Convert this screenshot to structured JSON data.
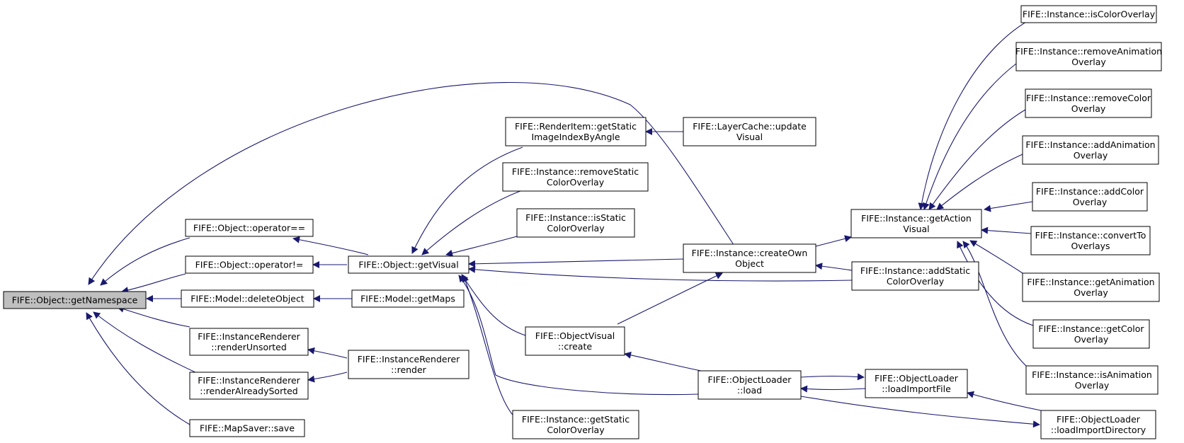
{
  "nodes": {
    "getNamespace": [
      "FIFE::Object::getNamespace"
    ],
    "opEq": [
      "FIFE::Object::operator=="
    ],
    "opNeq": [
      "FIFE::Object::operator!="
    ],
    "deleteObject": [
      "FIFE::Model::deleteObject"
    ],
    "renderUnsorted": [
      "FIFE::InstanceRenderer",
      "::renderUnsorted"
    ],
    "renderAlready": [
      "FIFE::InstanceRenderer",
      "::renderAlreadySorted"
    ],
    "mapSave": [
      "FIFE::MapSaver::save"
    ],
    "getVisual": [
      "FIFE::Object::getVisual"
    ],
    "getMaps": [
      "FIFE::Model::getMaps"
    ],
    "render": [
      "FIFE::InstanceRenderer",
      "::render"
    ],
    "staticIdx": [
      "FIFE::RenderItem::getStatic",
      "ImageIndexByAngle"
    ],
    "removeStatic": [
      "FIFE::Instance::removeStatic",
      "ColorOverlay"
    ],
    "isStatic": [
      "FIFE::Instance::isStatic",
      "ColorOverlay"
    ],
    "ovCreate": [
      "FIFE::ObjectVisual",
      "::create"
    ],
    "getStatic": [
      "FIFE::Instance::getStatic",
      "ColorOverlay"
    ],
    "layerCache": [
      "FIFE::LayerCache::update",
      "Visual"
    ],
    "createOwn": [
      "FIFE::Instance::createOwn",
      "Object"
    ],
    "olLoad": [
      "FIFE::ObjectLoader",
      "::load"
    ],
    "getAction": [
      "FIFE::Instance::getAction",
      "Visual"
    ],
    "addStatic": [
      "FIFE::Instance::addStatic",
      "ColorOverlay"
    ],
    "loadImportFile": [
      "FIFE::ObjectLoader",
      "::loadImportFile"
    ],
    "loadImportDir": [
      "FIFE::ObjectLoader",
      "::loadImportDirectory"
    ],
    "isColorOv": [
      "FIFE::Instance::isColorOverlay"
    ],
    "removeAnim": [
      "FIFE::Instance::removeAnimation",
      "Overlay"
    ],
    "removeColor": [
      "FIFE::Instance::removeColor",
      "Overlay"
    ],
    "addAnim": [
      "FIFE::Instance::addAnimation",
      "Overlay"
    ],
    "addColor": [
      "FIFE::Instance::addColor",
      "Overlay"
    ],
    "convertTo": [
      "FIFE::Instance::convertTo",
      "Overlays"
    ],
    "getAnim": [
      "FIFE::Instance::getAnimation",
      "Overlay"
    ],
    "getColor": [
      "FIFE::Instance::getColor",
      "Overlay"
    ],
    "isAnim": [
      "FIFE::Instance::isAnimation",
      "Overlay"
    ]
  },
  "colors": {
    "edge": "#191970",
    "root_fill": "#bfbfbf",
    "node_fill": "#ffffff",
    "node_stroke": "#000000"
  }
}
